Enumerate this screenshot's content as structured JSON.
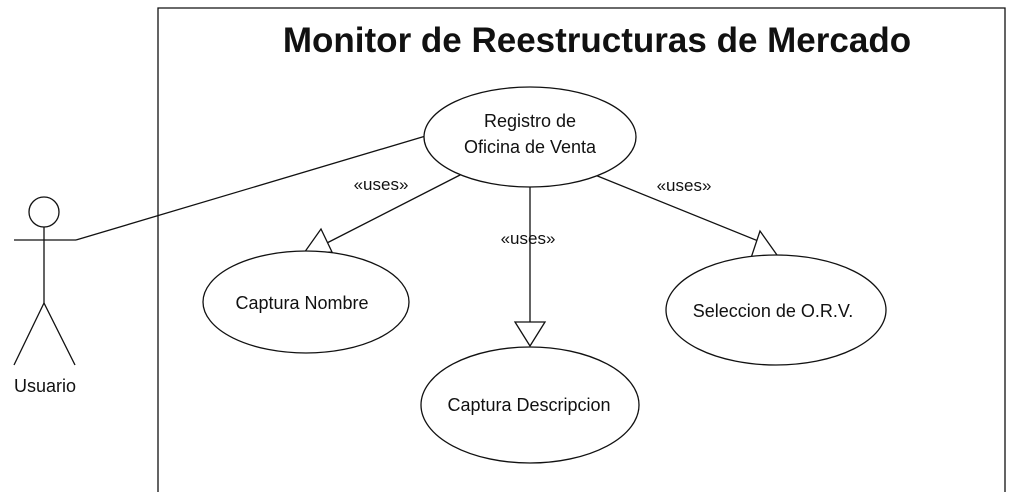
{
  "system": {
    "title": "Monitor de Reestructuras de Mercado"
  },
  "actor": {
    "name": "Usuario"
  },
  "use_cases": {
    "main": {
      "line1": "Registro de",
      "line2": "Oficina de Venta"
    },
    "captura_nombre": "Captura Nombre",
    "captura_descripcion": "Captura Descripcion",
    "seleccion_orv": "Seleccion de O.R.V."
  },
  "relations": {
    "uses_left": "«uses»",
    "uses_center": "«uses»",
    "uses_right": "«uses»"
  }
}
